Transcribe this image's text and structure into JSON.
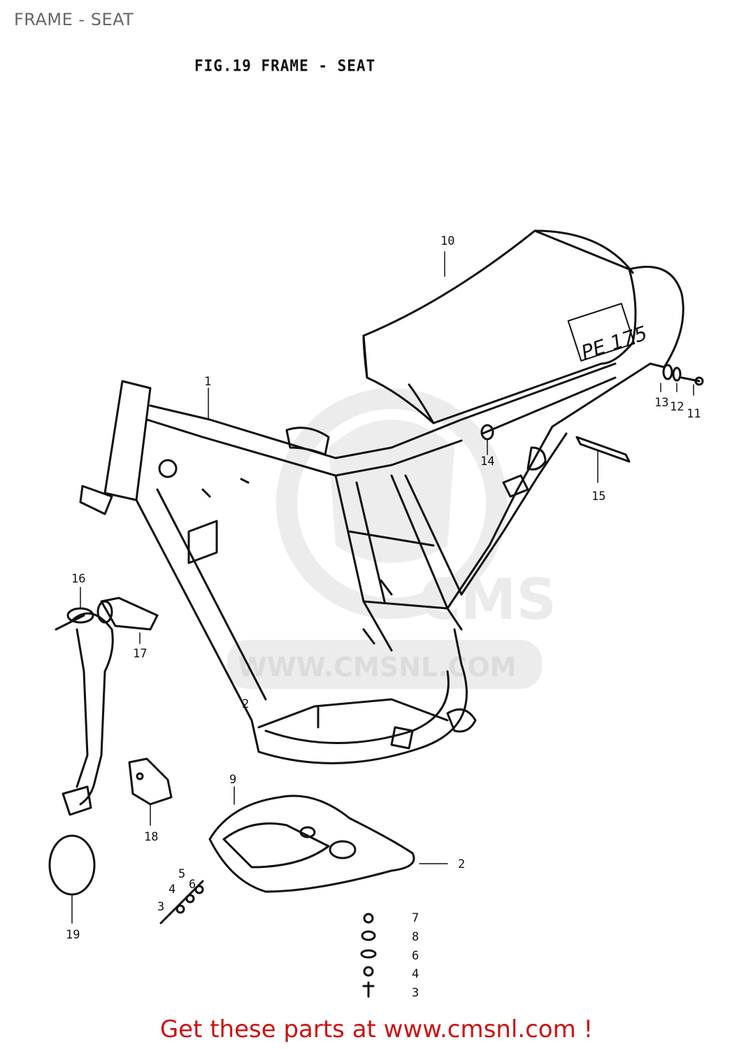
{
  "page": {
    "title": "FRAME - SEAT"
  },
  "figure": {
    "title": "FIG.19  FRAME - SEAT",
    "seat_badge": "PE 175",
    "watermark": "WWW.CMSNL.COM"
  },
  "callouts": {
    "c1": "1",
    "c2a": "2",
    "c2b": "2",
    "c3a": "3",
    "c3b": "3",
    "c4a": "4",
    "c4b": "4",
    "c5": "5",
    "c6a": "6",
    "c6b": "6",
    "c7": "7",
    "c8": "8",
    "c9": "9",
    "c10": "10",
    "c11": "11",
    "c12": "12",
    "c13": "13",
    "c14": "14",
    "c15": "15",
    "c16": "16",
    "c17": "17",
    "c18": "18",
    "c19": "19"
  },
  "footer": {
    "text": "Get these parts at www.cmsnl.com !"
  },
  "colors": {
    "footer": "#cc1111",
    "line": "#111111",
    "watermark": "#e6e6e6"
  }
}
